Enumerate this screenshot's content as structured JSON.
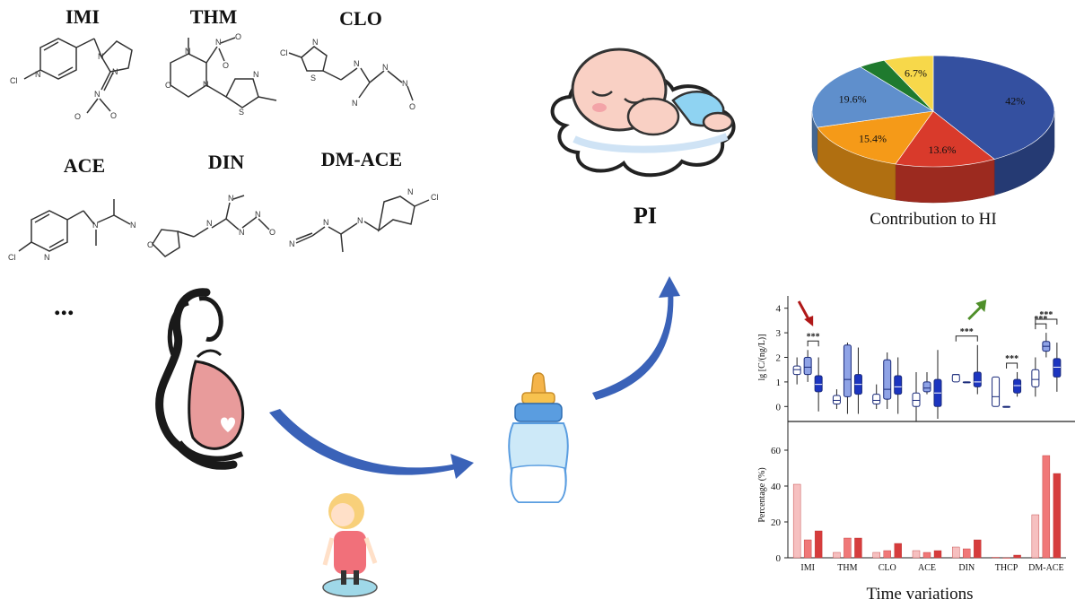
{
  "molecules": [
    {
      "label": "IMI"
    },
    {
      "label": "THM"
    },
    {
      "label": "CLO"
    },
    {
      "label": "ACE"
    },
    {
      "label": "DIN"
    },
    {
      "label": "DM-ACE"
    }
  ],
  "ellipsis": "...",
  "pi_label": "PI",
  "pie_caption": "Contribution to HI",
  "time_caption": "Time variations",
  "significance": "***",
  "chart_data": [
    {
      "type": "pie",
      "title": "",
      "slices": [
        {
          "label": "42%",
          "value": 42,
          "color": "#3450a0"
        },
        {
          "label": "13.6%",
          "value": 13.6,
          "color": "#d93a2b"
        },
        {
          "label": "15.4%",
          "value": 15.4,
          "color": "#f59a18"
        },
        {
          "label": "19.6%",
          "value": 19.6,
          "color": "#5f8fcc"
        },
        {
          "label": "",
          "value": 3.7,
          "color": "#1f7a2e"
        },
        {
          "label": "6.7%",
          "value": 6.7,
          "color": "#f7d84a"
        }
      ]
    },
    {
      "type": "box",
      "ylabel": "lg [C/(ng/L)]",
      "ylim": [
        -0.5,
        4.5
      ],
      "yticks": [
        "0",
        "1",
        "2",
        "3",
        "4"
      ],
      "categories": [
        "IMI",
        "THM",
        "CLO",
        "ACE",
        "DIN",
        "THCP",
        "DM-ACE"
      ],
      "series_colors": [
        "#ffffff",
        "#8fa3e6",
        "#1c35c0"
      ],
      "boxes": [
        [
          [
            0.9,
            1.3,
            1.5,
            1.65,
            2.0
          ],
          [
            1.0,
            1.3,
            1.6,
            2.0,
            2.3
          ],
          [
            -0.2,
            0.6,
            0.9,
            1.25,
            2.0
          ]
        ],
        [
          [
            -0.1,
            0.1,
            0.25,
            0.45,
            0.7
          ],
          [
            -0.3,
            0.4,
            1.1,
            2.5,
            2.6
          ],
          [
            -0.3,
            0.5,
            0.9,
            1.3,
            2.4
          ]
        ],
        [
          [
            -0.1,
            0.1,
            0.25,
            0.5,
            0.9
          ],
          [
            -0.1,
            0.3,
            0.7,
            1.9,
            2.2
          ],
          [
            -0.3,
            0.5,
            0.8,
            1.25,
            2.0
          ]
        ],
        [
          [
            -0.6,
            0.0,
            0.25,
            0.55,
            1.4
          ],
          [
            0.5,
            0.6,
            0.75,
            1.0,
            1.4
          ],
          [
            -0.5,
            0.0,
            0.55,
            1.1,
            2.3
          ]
        ],
        [
          [
            1.0,
            1.0,
            1.3,
            1.3,
            1.3
          ],
          [
            1.0,
            1.0,
            1.0,
            1.0,
            1.0
          ],
          [
            0.5,
            0.8,
            1.0,
            1.4,
            2.5
          ]
        ],
        [
          [
            0.0,
            0.0,
            0.4,
            1.2,
            1.2
          ],
          [
            0.0,
            0.0,
            0.0,
            0.0,
            0.0
          ],
          [
            0.4,
            0.55,
            0.85,
            1.1,
            1.4
          ]
        ],
        [
          [
            0.4,
            0.8,
            1.1,
            1.5,
            2.0
          ],
          [
            2.0,
            2.25,
            2.45,
            2.65,
            3.0
          ],
          [
            0.6,
            1.2,
            1.6,
            1.95,
            2.6
          ]
        ]
      ],
      "significant_pairs": [
        {
          "category": "IMI",
          "from": 1,
          "to": 2
        },
        {
          "category": "DIN",
          "from": 0,
          "to": 2
        },
        {
          "category": "THCP",
          "from": 1,
          "to": 2
        },
        {
          "category": "DM-ACE",
          "from": 0,
          "to": 1
        },
        {
          "category": "DM-ACE",
          "from": 0,
          "to": 2
        }
      ],
      "arrows": [
        {
          "category": "IMI",
          "direction": "down",
          "color": "#b01818"
        },
        {
          "category": "DIN",
          "direction": "up",
          "color": "#4f8f2a"
        }
      ]
    },
    {
      "type": "bar",
      "ylabel": "Percentage (%)",
      "ylim": [
        0,
        70
      ],
      "yticks": [
        "0",
        "20",
        "40",
        "60"
      ],
      "categories": [
        "IMI",
        "THM",
        "CLO",
        "ACE",
        "DIN",
        "THCP",
        "DM-ACE"
      ],
      "series_colors": [
        "#f6c0c0",
        "#f07878",
        "#d63c3c"
      ],
      "series": [
        {
          "values": [
            41,
            3,
            3,
            4,
            6,
            0.3,
            24
          ]
        },
        {
          "values": [
            10,
            11,
            4,
            3,
            5,
            0,
            57
          ]
        },
        {
          "values": [
            15,
            11,
            8,
            4,
            10,
            1.5,
            47
          ]
        }
      ]
    }
  ]
}
